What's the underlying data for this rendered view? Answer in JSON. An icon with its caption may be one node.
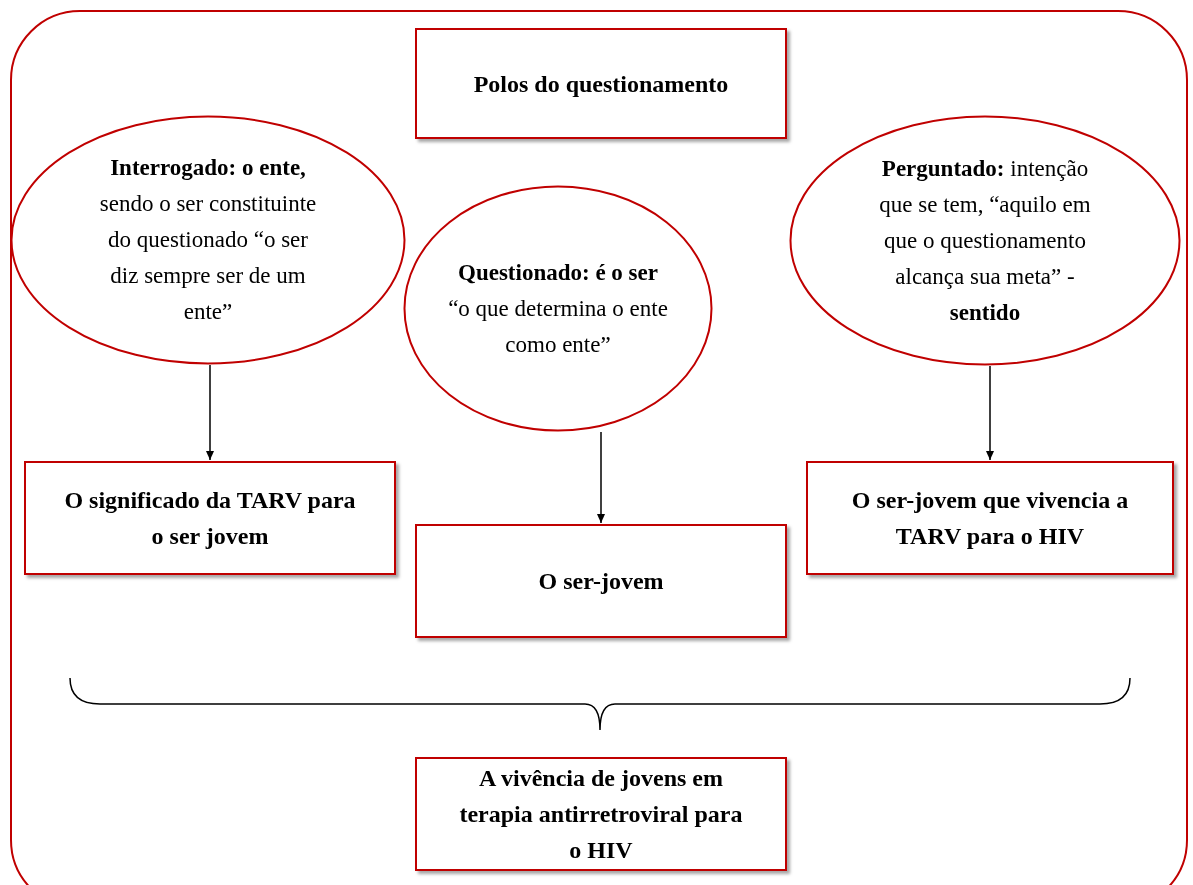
{
  "diagram": {
    "nodes": [
      {
        "text": [],
        "shape": "box"
      },
      {
        "text": [
          "Polos do questionamento"
        ],
        "in": 0
      },
      {
        "text": [
          "**Interrogado: o ente,** sendo o ser constituinte do questionado “o ser diz sempre ser de um ente”"
        ],
        "in": 0
      },
      {
        "text": [
          "**Questionado: é o ser** “o que determina o ente como ente”"
        ],
        "in": 0
      },
      {
        "text": [
          "**Perguntado:** intenção que se tem, “aquilo em que o questionamento alcança sua meta” - **sentido**"
        ],
        "in": 0
      },
      {
        "text": [
          "O significado da TARV para o ser jovem"
        ],
        "in": 0
      },
      {
        "text": [
          "O ser-jovem"
        ],
        "in": 0
      },
      {
        "text": [
          "O ser-jovem que vivencia a TARV para o HIV"
        ],
        "in": 0
      },
      {
        "text": [
          "A vivência de jovens em terapia antirretroviral para o HIV"
        ],
        "in": 0
      }
    ],
    "edges": [
      {
        "from": 2,
        "to": 5,
        "arrow": "to"
      },
      {
        "from": 3,
        "to": 6,
        "arrow": "to"
      },
      {
        "from": 4,
        "to": 7,
        "arrow": "to"
      }
    ]
  }
}
